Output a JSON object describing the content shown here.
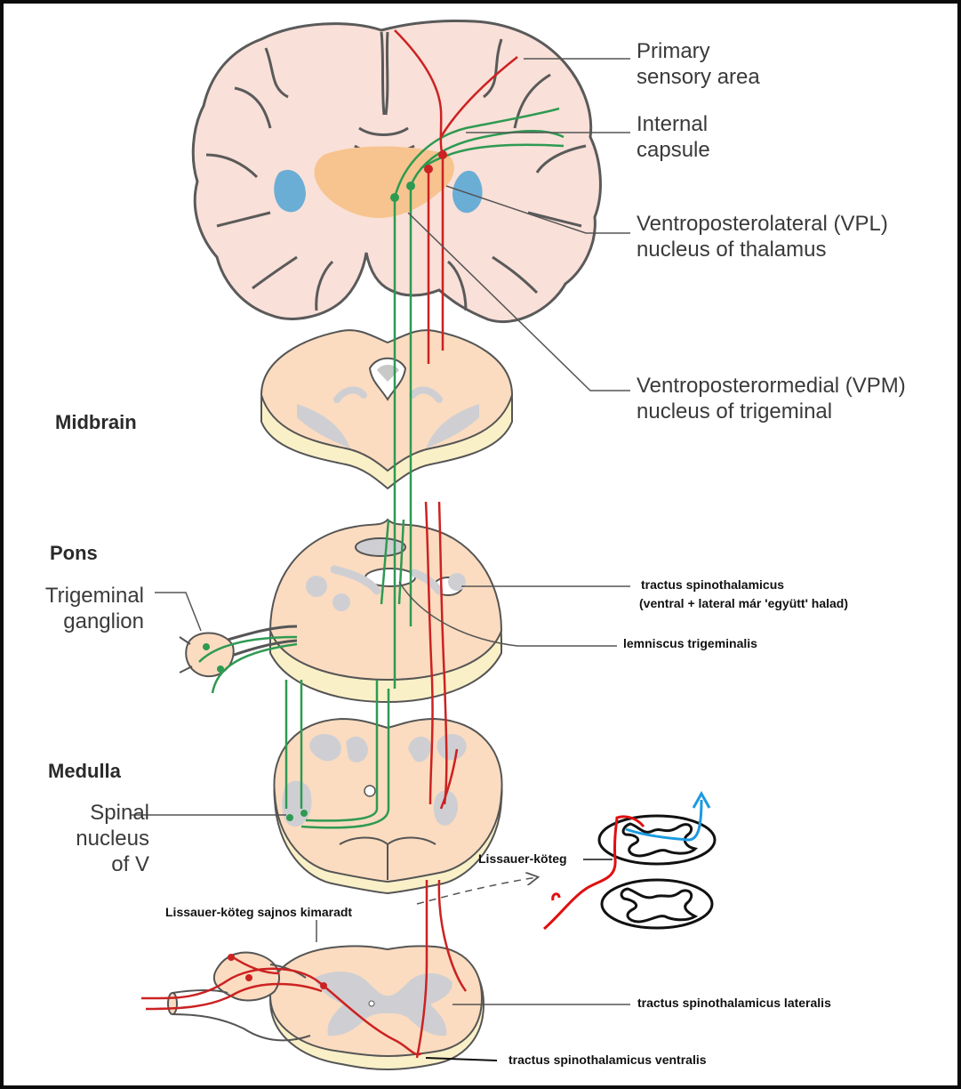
{
  "labels": {
    "primary_sensory_area": [
      "Primary",
      "sensory area"
    ],
    "internal_capsule": [
      "Internal",
      "capsule"
    ],
    "vpl": [
      "Ventroposterolateral (VPL)",
      "nucleus of thalamus"
    ],
    "vpm": [
      "Ventroposterormedial (VPM)",
      "nucleus of trigeminal"
    ],
    "midbrain": "Midbrain",
    "pons": "Pons",
    "trigeminal_ganglion": [
      "Trigeminal",
      "ganglion"
    ],
    "medulla": "Medulla",
    "spinal_nucleus_v": [
      "Spinal",
      "nucleus",
      "of V"
    ],
    "tractus_spinothalamicus": [
      "tractus spinothalamicus",
      "(ventral + lateral már 'együtt' halad)"
    ],
    "lemniscus_trigeminalis": "lemniscus trigeminalis",
    "lissauer_koteg": "Lissauer-köteg",
    "lissauer_missing": "Lissauer-köteg sajnos kimaradt",
    "ts_lateralis": "tractus spinothalamicus lateralis",
    "ts_ventralis": "tractus spinothalamicus ventralis"
  },
  "colors": {
    "tissue": "#f9e0d8",
    "tissue_outline": "#5a5a5a",
    "brainstem": "#fbdcc0",
    "brainstem_edge": "#faf0c8",
    "grey_matter": "#cfcfd3",
    "thalamus": "#f7c48f",
    "ventricle": "#6aaed6",
    "green_pathway": "#2e9a52",
    "red_pathway": "#cc2222",
    "annotation_red": "#e01010",
    "annotation_blue": "#1a9ae0",
    "leader_line": "#555555"
  }
}
